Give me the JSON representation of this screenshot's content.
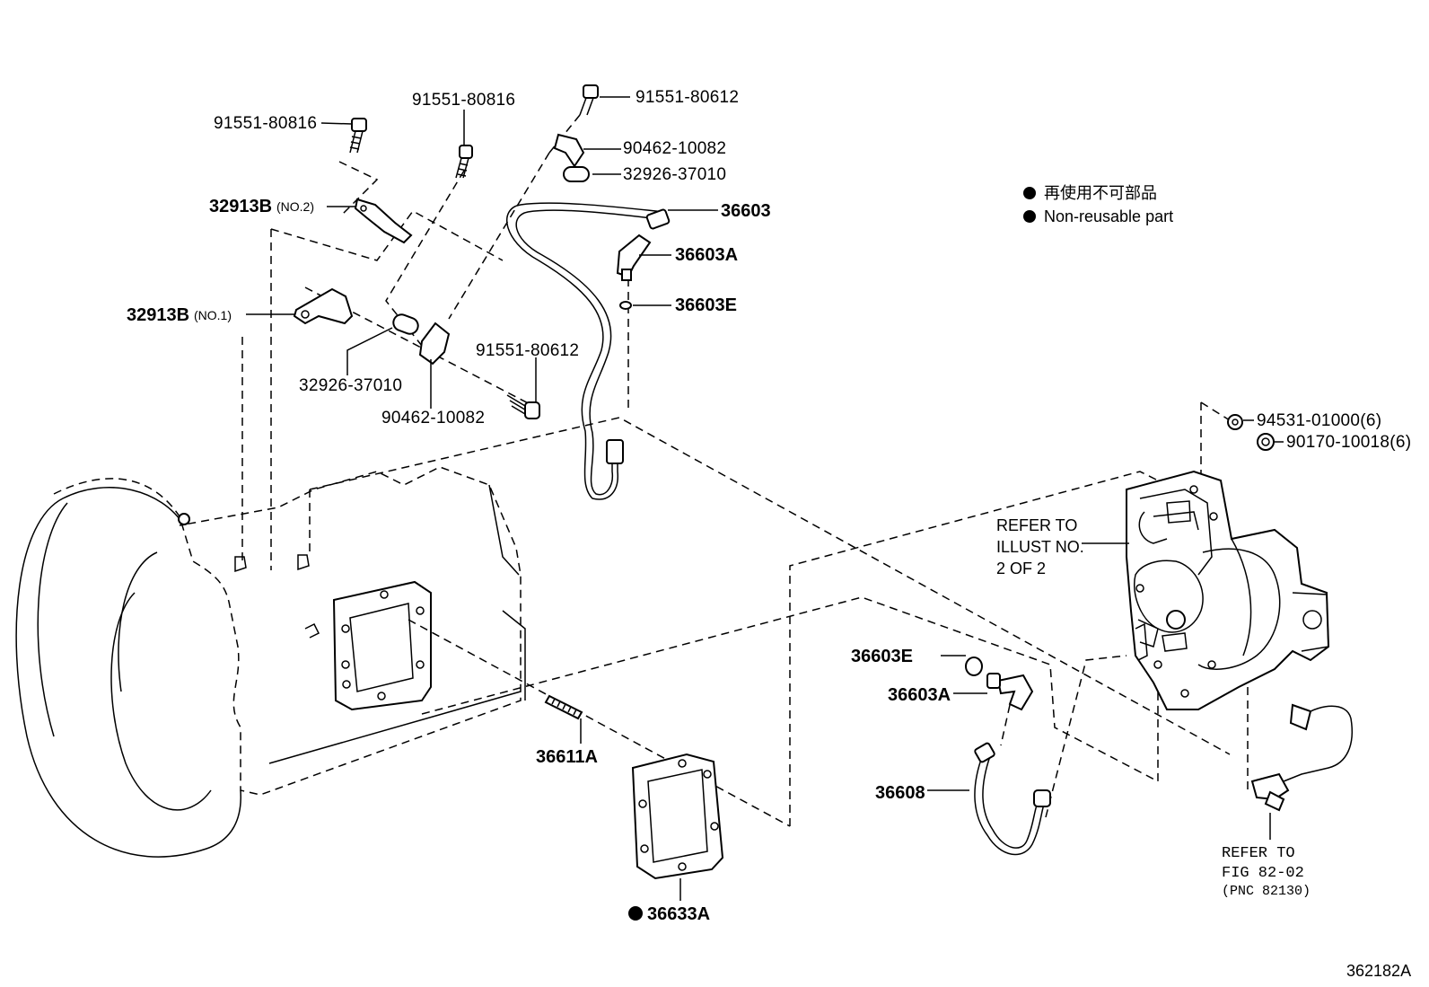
{
  "legend": {
    "line_ja": "再使用不可部品",
    "line_en": "Non-reusable part"
  },
  "labels": {
    "bolt_top_left": "91551-80816",
    "bolt_top_mid": "91551-80816",
    "bolt_top_right": "91551-80612",
    "clamp_top": "90462-10082",
    "sleeve_top": "32926-37010",
    "pipe_top": "36603",
    "fitting_top": "36603A",
    "oring_top": "36603E",
    "bracket_no2": "32913B",
    "bracket_no2_suffix": "(NO.2)",
    "bracket_no1": "32913B",
    "bracket_no1_suffix": "(NO.1)",
    "bolt_mid": "91551-80612",
    "sleeve_mid": "32926-37010",
    "clamp_mid": "90462-10082",
    "nut_right": "94531-01000(6)",
    "washer_right": "90170-10018(6)",
    "refer_illust_1": "REFER TO",
    "refer_illust_2": "ILLUST NO.",
    "refer_illust_3": "2 OF 2",
    "oring_low": "36603E",
    "fitting_low": "36603A",
    "stud": "36611A",
    "pipe_low": "36608",
    "gasket": "36633A",
    "refer_fig_1": "REFER TO",
    "refer_fig_2": "FIG 82-02",
    "refer_fig_3": "(PNC 82130)",
    "illustration_code": "362182A"
  }
}
